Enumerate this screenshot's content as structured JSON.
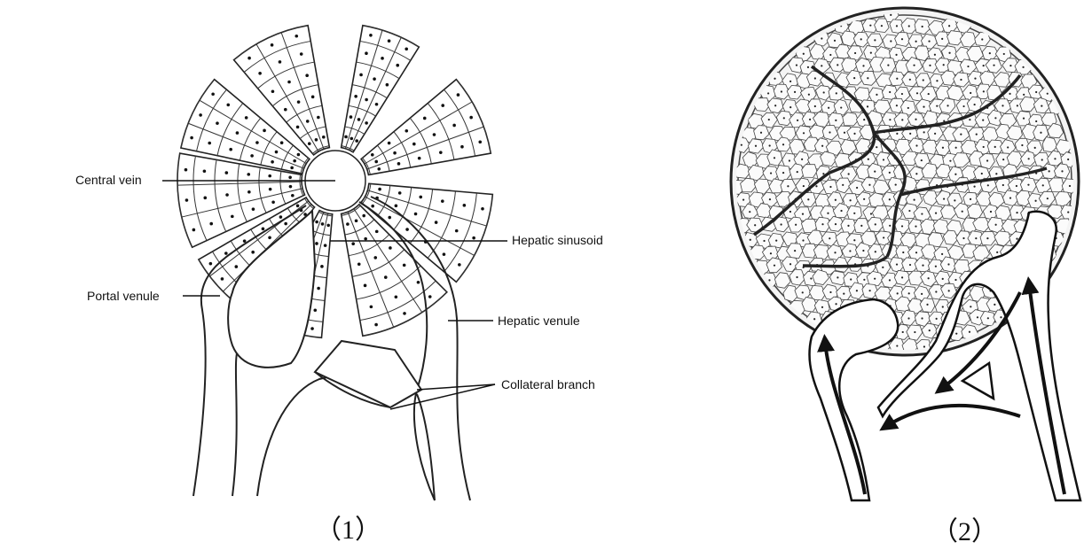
{
  "figure": {
    "panel_left": {
      "tag": "（1）",
      "labels": {
        "central_vein": "Central vein",
        "hepatic_sinusoid": "Hepatic sinusoid",
        "portal_venule": "Portal venule",
        "hepatic_venule": "Hepatic venule",
        "collateral_branch": "Collateral branch"
      }
    },
    "panel_right": {
      "tag": "（2）"
    }
  }
}
